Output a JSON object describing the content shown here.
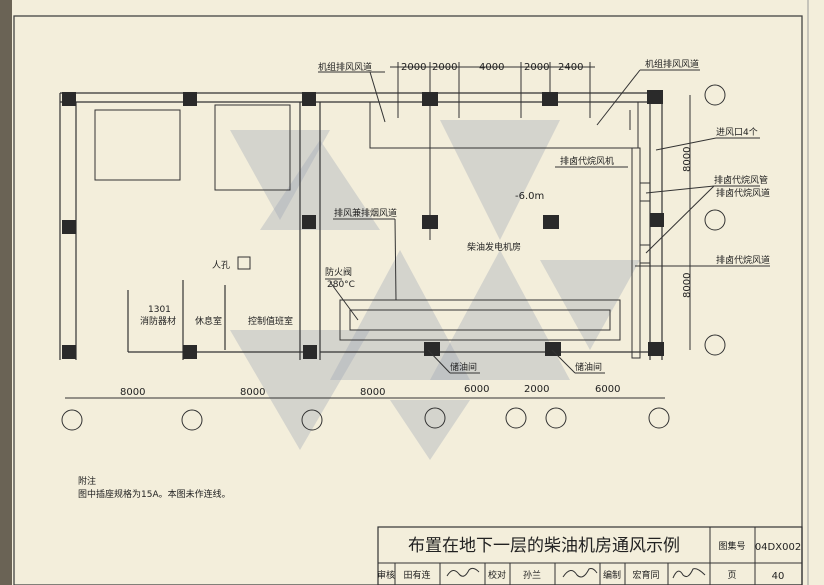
{
  "drawing": {
    "elevation": "-6.0m",
    "top_dimensions": [
      "2000",
      "2000",
      "4000",
      "2000",
      "2400"
    ],
    "bottom_dimensions": [
      "8000",
      "8000",
      "8000",
      "6000",
      "2000",
      "6000"
    ],
    "right_dimensions": [
      "8000",
      "8000"
    ],
    "labels": {
      "unit_exhaust_duct_left": "机组排风风道",
      "unit_exhaust_duct_right": "机组排风风道",
      "halon_exhaust_fan": "排卤代烷风机",
      "exhaust_smoke_duct": "排风兼排烟风道",
      "generator_room": "柴油发电机房",
      "fire_damper": "防火阀",
      "fire_damper_temp": "280°C",
      "oil_storage_1": "储油间",
      "oil_storage_2": "储油间",
      "air_inlet": "进风口4个",
      "halon_exhaust_pipe": "排卤代烷风管",
      "halon_exhaust_duct_1": "排卤代烷风道",
      "halon_exhaust_duct_2": "排卤代烷风道",
      "manhole": "人孔",
      "fire_equipment_code": "1301",
      "fire_equipment": "消防器材",
      "rest_room": "休息室",
      "control_room": "控制值班室"
    }
  },
  "notes": {
    "heading": "附注",
    "text": "图中插座规格为15A。本图未作连线。"
  },
  "title_block": {
    "title": "布置在地下一层的柴油机房通风示例",
    "atlas_label": "图集号",
    "atlas_no": "04DX002",
    "page_label": "页",
    "page_no": "40",
    "review_label": "审核",
    "reviewer": "田有连",
    "check_label": "校对",
    "checker": "孙兰",
    "compile_label": "编制",
    "compiler": "宏育同"
  }
}
